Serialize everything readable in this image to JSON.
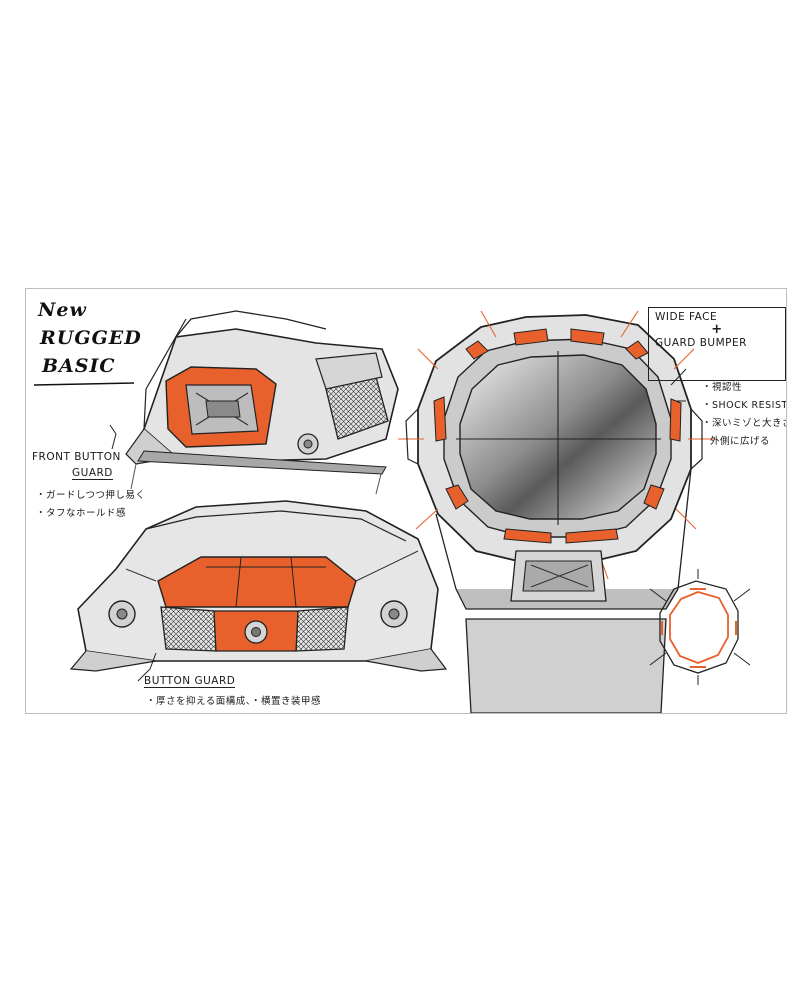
{
  "title": {
    "line1": "New",
    "line2": "RUGGED",
    "line3": "BASIC"
  },
  "annotations": {
    "front_button_guard": {
      "heading_line1": "FRONT BUTTON",
      "heading_line2": "GUARD",
      "notes": [
        "・ガードしつつ押し易く",
        "・タフなホールド感"
      ]
    },
    "button_guard": {
      "heading": "BUTTON GUARD",
      "note": "・厚さを抑える面構成、・横置き装甲感"
    },
    "wide_face": {
      "line1": "WIDE FACE",
      "plus": "+",
      "line2": "GUARD BUMPER",
      "notes": [
        "・視認性",
        "・SHOCK RESIST",
        "・深いミゾと大きさで",
        "外側に広げる"
      ]
    }
  },
  "colors": {
    "accent_orange": "#e8612c",
    "ink": "#1a1a1a",
    "shade": "#9a9a9a"
  }
}
